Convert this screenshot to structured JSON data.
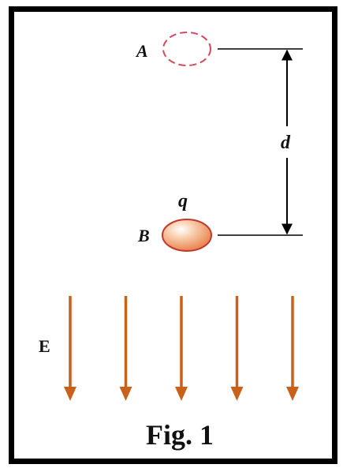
{
  "figure": {
    "point_a_label": "A",
    "point_b_label": "B",
    "charge_label": "q",
    "distance_label": "d",
    "field_label": "E",
    "caption": "Fig. 1"
  },
  "colors": {
    "frame": "#000000",
    "ghost_charge_outline": "#d04a60",
    "charge_fill": "#f5b089",
    "charge_outline": "#c0392b",
    "field_arrow": "#c8611a",
    "text": "#111111"
  },
  "field_arrow_count": 5
}
